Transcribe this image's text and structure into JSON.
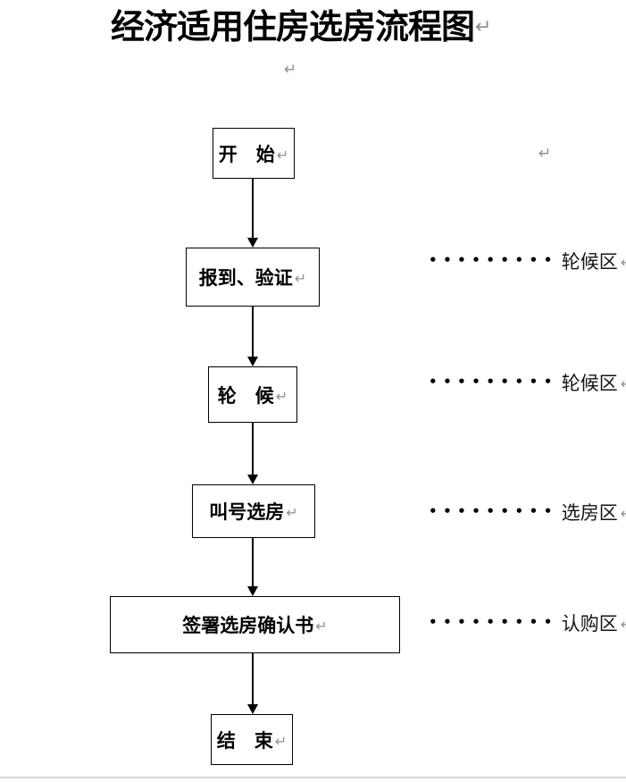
{
  "document": {
    "title": "经济适用住房选房流程图",
    "paragraph_mark": "↵"
  },
  "flowchart": {
    "nodes": [
      {
        "id": "start",
        "label": "开　始"
      },
      {
        "id": "checkin",
        "label": "报到、验证"
      },
      {
        "id": "queue",
        "label": "轮　候"
      },
      {
        "id": "call",
        "label": "叫号选房"
      },
      {
        "id": "sign",
        "label": "签署选房确认书"
      },
      {
        "id": "end",
        "label": "结　束"
      }
    ],
    "edges": [
      {
        "from": "start",
        "to": "checkin"
      },
      {
        "from": "checkin",
        "to": "queue"
      },
      {
        "from": "queue",
        "to": "call"
      },
      {
        "from": "call",
        "to": "sign"
      },
      {
        "from": "sign",
        "to": "end"
      }
    ],
    "annotations": [
      {
        "dots": "•••••••••",
        "label": "轮候区"
      },
      {
        "dots": "•••••••••",
        "label": "轮候区"
      },
      {
        "dots": "•••••••••",
        "label": "选房区"
      },
      {
        "dots": "•••••••••",
        "label": "认购区"
      }
    ]
  },
  "colors": {
    "line": "#000000",
    "paragraph_mark": "#8f8f8f",
    "page_divider": "#d6d6d6",
    "background": "#ffffff"
  }
}
